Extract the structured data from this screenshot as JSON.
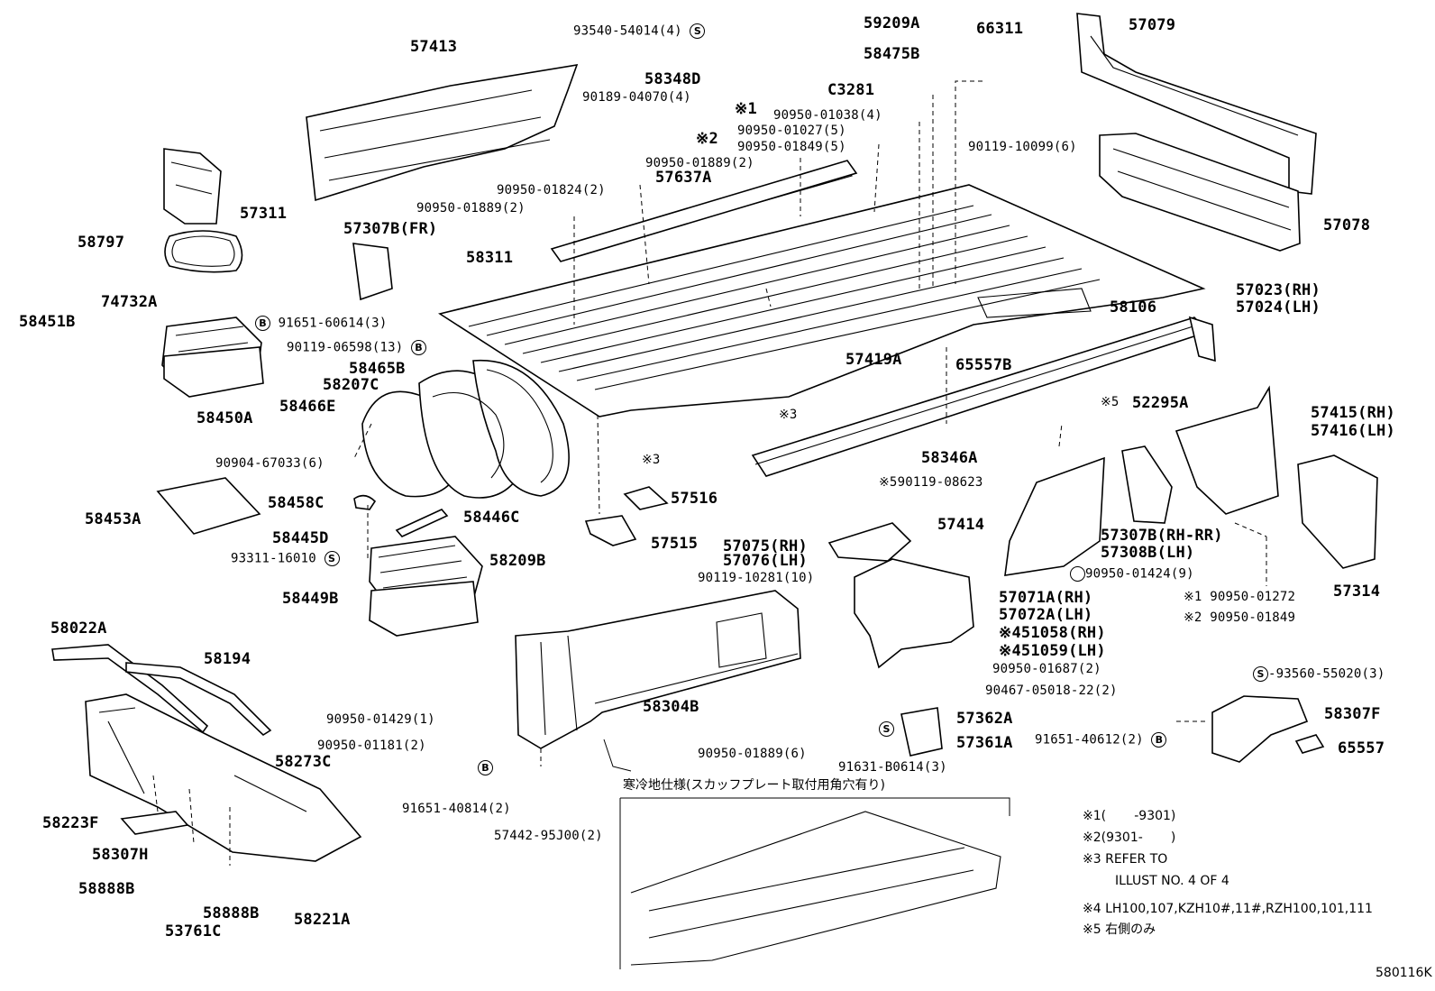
{
  "labels": {
    "p57413": "57413",
    "p93540": "93540-54014(4)",
    "p59209A": "59209A",
    "p58475B": "58475B",
    "p66311": "66311",
    "p57079": "57079",
    "p58348D": "58348D",
    "p90189": "90189-04070(4)",
    "m1": "※1",
    "p90950_1038": "90950-01038(4)",
    "pC3281": "C3281",
    "m2": "※2",
    "p90950_1027": "90950-01027(5)",
    "p90950_1849a": "90950-01849(5)",
    "p90119_10099": "90119-10099(6)",
    "p90950_1889a": "90950-01889(2)",
    "p57637A": "57637A",
    "p90950_1824": "90950-01824(2)",
    "p90950_1889b": "90950-01889(2)",
    "p57311": "57311",
    "p58797": "58797",
    "p57307B_FR": "57307B(FR)",
    "p57078": "57078",
    "p58311": "58311",
    "p74732A": "74732A",
    "p58451B": "58451B",
    "p91651_60614": "91651-60614(3)",
    "p90119_06598": "90119-06598(13)",
    "p58465B": "58465B",
    "p58207C": "58207C",
    "p58106": "58106",
    "p57023": "57023(RH)",
    "p57024": "57024(LH)",
    "p57419A": "57419A",
    "p65557B": "65557B",
    "p58466E": "58466E",
    "p58450A": "58450A",
    "m3a": "※3",
    "m5a": "※5",
    "p52295A": "52295A",
    "p57415": "57415(RH)",
    "p57416": "57416(LH)",
    "p90904": "90904-67033(6)",
    "m3b": "※3",
    "p58346A": "58346A",
    "m5b": "※5",
    "p90119_08623": "90119-08623",
    "p57516": "57516",
    "p58453A": "58453A",
    "p58458C": "58458C",
    "p58446C": "58446C",
    "p57414": "57414",
    "p57307B_RH": "57307B(RH-RR)",
    "p57308B": "57308B(LH)",
    "p58445D": "58445D",
    "p57515": "57515",
    "p57075": "57075(RH)",
    "p57076": "57076(LH)",
    "p93311": "93311-16010",
    "p58209B": "58209B",
    "p90119_10281": "90119-10281(10)",
    "p90950_1424": "90950-01424(9)",
    "p57314": "57314",
    "p58449B": "58449B",
    "p57071A": "57071A(RH)",
    "p57072A": "57072A(LH)",
    "m1b": "※1",
    "p90950_1272": "90950-01272",
    "m2b": "※2",
    "p90950_1849b": "90950-01849",
    "m4a": "※4",
    "p51058": "51058(RH)",
    "m4b": "※4",
    "p51059": "51059(LH)",
    "p58022A": "58022A",
    "p58194": "58194",
    "p90950_1687": "90950-01687(2)",
    "p93560": "93560-55020(3)",
    "p90467": "90467-05018-22(2)",
    "p90950_1429": "90950-01429(1)",
    "p58304B": "58304B",
    "p58307F": "58307F",
    "p57362A": "57362A",
    "p90950_1181": "90950-01181(2)",
    "p58273C": "58273C",
    "p90950_1889c": "90950-01889(6)",
    "p57361A": "57361A",
    "p91651_40612": "91651-40612(2)",
    "p65557": "65557",
    "p91631": "91631-B0614(3)",
    "p91651_40814": "91651-40814(2)",
    "cold_spec": "寒冷地仕様(スカッフプレート取付用角穴有り)",
    "p58223F": "58223F",
    "p57442": "57442-95J00(2)",
    "p58307H": "58307H",
    "p58888B_a": "58888B",
    "p58888B_b": "58888B",
    "p53761C": "53761C",
    "p58221A": "58221A",
    "fig_code": "580116K"
  },
  "symbols": {
    "s": "S",
    "b": "B"
  },
  "notes": {
    "n1": "※1(       -9301)",
    "n2": "※2(9301-       )",
    "n3a": "※3 REFER TO",
    "n3b": "ILLUST NO. 4 OF 4",
    "n4": "※4 LH100,107,KZH10#,11#,RZH100,101,111",
    "n5": "※5 右側のみ"
  }
}
